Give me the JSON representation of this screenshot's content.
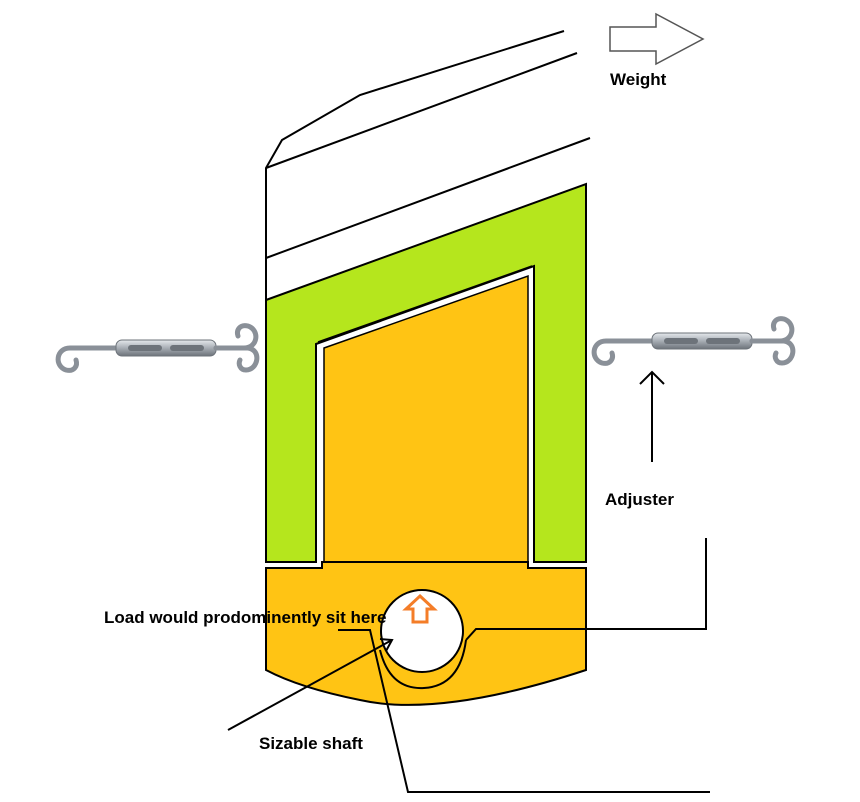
{
  "labels": {
    "weight": "Weight",
    "adjuster": "Adjuster",
    "load_note": "Load would prodominently sit here",
    "shaft": "Sizable shaft"
  },
  "colors": {
    "green": "#b5e61d",
    "orange": "#ffc414",
    "arrow_orange": "#f47d28",
    "line": "#000000",
    "turnbuckle": "#9aa0a8"
  },
  "icons": [
    "arrow-right-outline-icon",
    "arrow-up-icon",
    "turnbuckle-icon",
    "arrow-up-outline-icon"
  ]
}
